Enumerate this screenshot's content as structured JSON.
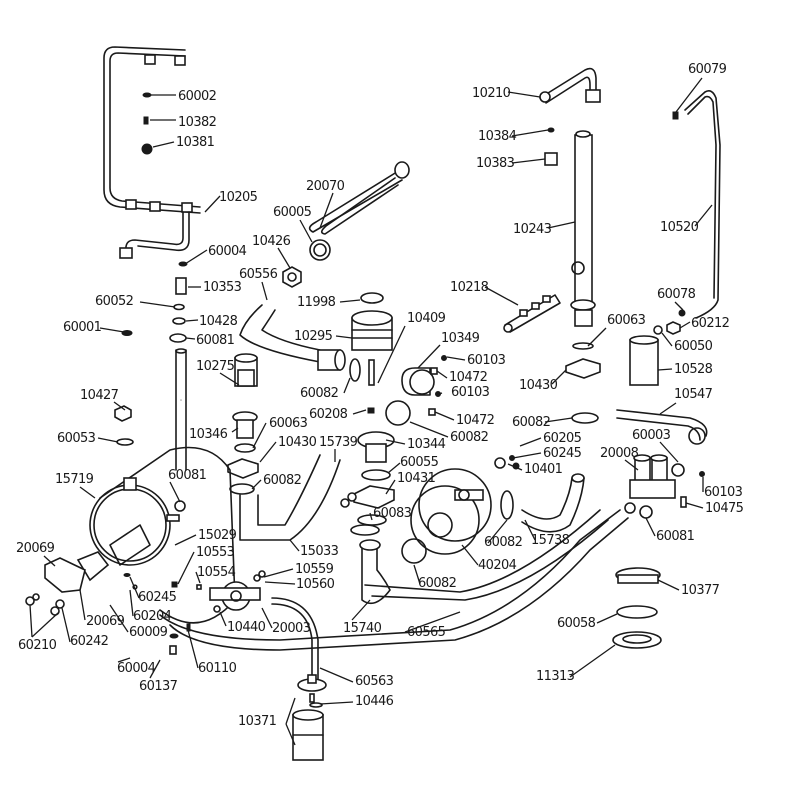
{
  "diagram": {
    "type": "exploded-parts-diagram",
    "labels": [
      {
        "id": "60002",
        "text": "60002"
      },
      {
        "id": "10382",
        "text": "10382"
      },
      {
        "id": "10381",
        "text": "10381"
      },
      {
        "id": "10205",
        "text": "10205"
      },
      {
        "id": "60004a",
        "text": "60004"
      },
      {
        "id": "10353",
        "text": "10353"
      },
      {
        "id": "60052",
        "text": "60052"
      },
      {
        "id": "10428",
        "text": "10428"
      },
      {
        "id": "60001",
        "text": "60001"
      },
      {
        "id": "60081a",
        "text": "60081"
      },
      {
        "id": "10275",
        "text": "10275"
      },
      {
        "id": "10427",
        "text": "10427"
      },
      {
        "id": "60053",
        "text": "60053"
      },
      {
        "id": "10346",
        "text": "10346"
      },
      {
        "id": "20070",
        "text": "20070"
      },
      {
        "id": "60005",
        "text": "60005"
      },
      {
        "id": "10426",
        "text": "10426"
      },
      {
        "id": "60556",
        "text": "60556"
      },
      {
        "id": "11998",
        "text": "11998"
      },
      {
        "id": "10295",
        "text": "10295"
      },
      {
        "id": "10409",
        "text": "10409"
      },
      {
        "id": "10349",
        "text": "10349"
      },
      {
        "id": "60082a",
        "text": "60082"
      },
      {
        "id": "60208",
        "text": "60208"
      },
      {
        "id": "60103a",
        "text": "60103"
      },
      {
        "id": "10472a",
        "text": "10472"
      },
      {
        "id": "60103b",
        "text": "60103"
      },
      {
        "id": "10472b",
        "text": "10472"
      },
      {
        "id": "60082b",
        "text": "60082"
      },
      {
        "id": "10344",
        "text": "10344"
      },
      {
        "id": "60055",
        "text": "60055"
      },
      {
        "id": "10431",
        "text": "10431"
      },
      {
        "id": "60083",
        "text": "60083"
      },
      {
        "id": "60063a",
        "text": "60063"
      },
      {
        "id": "10430a",
        "text": "10430"
      },
      {
        "id": "15739",
        "text": "15739"
      },
      {
        "id": "60082c",
        "text": "60082"
      },
      {
        "id": "60081b",
        "text": "60081"
      },
      {
        "id": "15719",
        "text": "15719"
      },
      {
        "id": "15029",
        "text": "15029"
      },
      {
        "id": "10553",
        "text": "10553"
      },
      {
        "id": "10554",
        "text": "10554"
      },
      {
        "id": "20069a",
        "text": "20069"
      },
      {
        "id": "20069b",
        "text": "20069"
      },
      {
        "id": "60245a",
        "text": "60245"
      },
      {
        "id": "60204",
        "text": "60204"
      },
      {
        "id": "60009",
        "text": "60009"
      },
      {
        "id": "60210",
        "text": "60210"
      },
      {
        "id": "60242",
        "text": "60242"
      },
      {
        "id": "60004b",
        "text": "60004"
      },
      {
        "id": "60137",
        "text": "60137"
      },
      {
        "id": "60110",
        "text": "60110"
      },
      {
        "id": "15033",
        "text": "15033"
      },
      {
        "id": "10559",
        "text": "10559"
      },
      {
        "id": "10560",
        "text": "10560"
      },
      {
        "id": "10440",
        "text": "10440"
      },
      {
        "id": "20003",
        "text": "20003"
      },
      {
        "id": "15740",
        "text": "15740"
      },
      {
        "id": "60082d",
        "text": "60082"
      },
      {
        "id": "40204",
        "text": "40204"
      },
      {
        "id": "60082e",
        "text": "60082"
      },
      {
        "id": "15738",
        "text": "15738"
      },
      {
        "id": "60565",
        "text": "60565"
      },
      {
        "id": "60563",
        "text": "60563"
      },
      {
        "id": "10446",
        "text": "10446"
      },
      {
        "id": "10371",
        "text": "10371"
      },
      {
        "id": "10210",
        "text": "10210"
      },
      {
        "id": "10384",
        "text": "10384"
      },
      {
        "id": "10383",
        "text": "10383"
      },
      {
        "id": "10243",
        "text": "10243"
      },
      {
        "id": "10218",
        "text": "10218"
      },
      {
        "id": "60063b",
        "text": "60063"
      },
      {
        "id": "10430b",
        "text": "10430"
      },
      {
        "id": "60079",
        "text": "60079"
      },
      {
        "id": "10520",
        "text": "10520"
      },
      {
        "id": "60078",
        "text": "60078"
      },
      {
        "id": "60212",
        "text": "60212"
      },
      {
        "id": "60050",
        "text": "60050"
      },
      {
        "id": "10528",
        "text": "10528"
      },
      {
        "id": "10547",
        "text": "10547"
      },
      {
        "id": "60082f",
        "text": "60082"
      },
      {
        "id": "60205",
        "text": "60205"
      },
      {
        "id": "60245b",
        "text": "60245"
      },
      {
        "id": "10401",
        "text": "10401"
      },
      {
        "id": "60003",
        "text": "60003"
      },
      {
        "id": "20008",
        "text": "20008"
      },
      {
        "id": "60103c",
        "text": "60103"
      },
      {
        "id": "10475",
        "text": "10475"
      },
      {
        "id": "60081c",
        "text": "60081"
      },
      {
        "id": "10377",
        "text": "10377"
      },
      {
        "id": "60058",
        "text": "60058"
      },
      {
        "id": "11313",
        "text": "11313"
      }
    ]
  }
}
